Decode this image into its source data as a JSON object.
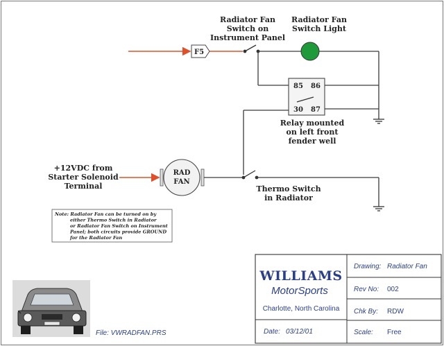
{
  "diagram": {
    "labels": {
      "fan_switch_panel": [
        "Radiator Fan",
        "Switch on",
        "Instrument Panel"
      ],
      "fan_switch_light": [
        "Radiator Fan",
        "Switch Light"
      ],
      "fuse": "F5",
      "relay_pins": {
        "p85": "85",
        "p86": "86",
        "p30": "30",
        "p87": "87"
      },
      "relay_location": [
        "Relay mounted",
        "on left front",
        "fender well"
      ],
      "power_source": [
        "+12VDC from",
        "Starter Solenoid",
        "Terminal"
      ],
      "fan_motor": [
        "RAD",
        "FAN"
      ],
      "thermo_switch": [
        "Thermo Switch",
        "in Radiator"
      ]
    },
    "note": [
      "Note: Radiator Fan can be turned on by",
      "either Thermo Switch in Radiator",
      "or Radiator Fan Switch on Instrument",
      "Panel; both circuits provide GROUND",
      "for the Radiator Fan"
    ],
    "file_label": "File: VWRADFAN.PRS",
    "colors": {
      "wire": "#3a3a3a",
      "input_arrow": "#e0502a",
      "indicator_light": "#1f9a3a",
      "title_blue": "#2a3f8a"
    }
  },
  "title_block": {
    "company": "WILLIAMS",
    "division": "MotorSports",
    "location": "Charlotte, North Carolina",
    "date_label": "Date:",
    "date_value": "03/12/01",
    "drawing_label": "Drawing:",
    "drawing_value": "Radiator Fan",
    "rev_label": "Rev No:",
    "rev_value": "002",
    "chk_label": "Chk By:",
    "chk_value": "RDW",
    "scale_label": "Scale:",
    "scale_value": "Free"
  }
}
